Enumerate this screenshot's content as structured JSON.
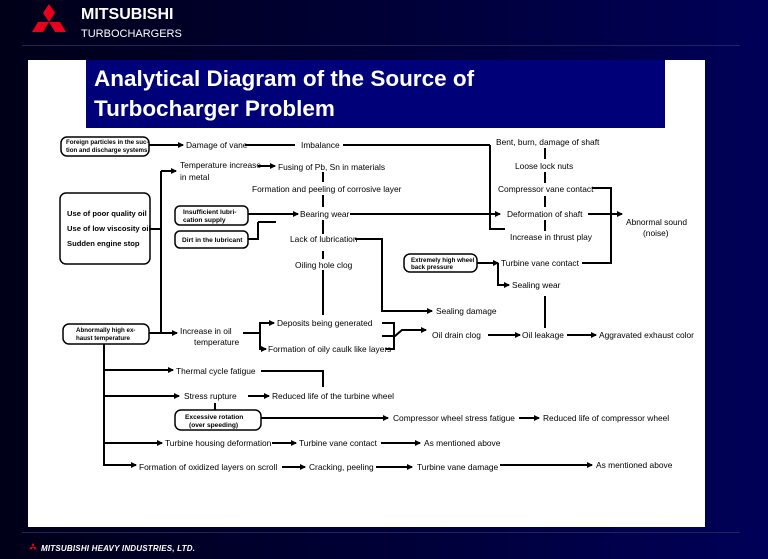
{
  "header": {
    "brand": "MITSUBISHI",
    "sub": "TURBOCHARGERS"
  },
  "title": {
    "line1": "Analytical Diagram of the Source of",
    "line2": "Turbocharger Problem"
  },
  "footer": {
    "text": "MITSUBISHI HEAVY INDUSTRIES, LTD."
  },
  "diagram": {
    "foreign_1": "Foreign particles in the suc-",
    "foreign_2": "tion and discharge systems",
    "poor_oil_1": "Use of poor quality oil",
    "poor_oil_2": "Use of low viscosity oil",
    "poor_oil_3": "Sudden engine stop",
    "insuff_1": "Insufficient lubri-",
    "insuff_2": "cation supply",
    "dirt": "Dirt in the lubricant",
    "exhaust_1": "Abnormally high ex-",
    "exhaust_2": "haust temperature",
    "back_1": "Extremely high wheel",
    "back_2": "back pressure",
    "excess_1": "Excessive rotation",
    "excess_2": "(over speeding)",
    "damage_vane": "Damage of vane",
    "imbalance": "Imbalance",
    "temp_inc_1": "Temperature increase",
    "temp_inc_2": "in metal",
    "fusing": "Fusing of Pb, Sn in materials",
    "corrosive": "Formation and peeling of corrosive layer",
    "bearing": "Bearing wear",
    "lack_lub": "Lack of lubrication",
    "oil_hole": "Oiling hole clog",
    "bent": "Bent, burn, damage of shaft",
    "loose": "Loose lock nuts",
    "comp_contact": "Compressor vane contact",
    "deform": "Deformation of shaft",
    "thrust": "Increase in thrust play",
    "turb_contact_r": "Turbine vane contact",
    "seal_wear": "Sealing wear",
    "abn_1": "Abnormal sound",
    "abn_2": "(noise)",
    "seal_dmg": "Sealing damage",
    "inc_oil_1": "Increase in oil",
    "inc_oil_2": "temperature",
    "deposits": "Deposits being generated",
    "oily": "Formation of oily caulk like layers",
    "drain": "Oil drain clog",
    "leakage": "Oil leakage",
    "aggr": "Aggravated exhaust color",
    "thermal": "Thermal cycle fatigue",
    "stress": "Stress rupture",
    "reduced_turb": "Reduced life of the turbine wheel",
    "comp_stress": "Compressor wheel stress fatigue",
    "reduced_comp": "Reduced life of compressor wheel",
    "housing": "Turbine housing deformation",
    "turb_contact_b": "Turbine vane contact",
    "mentioned1": "As mentioned above",
    "oxid": "Formation of oxidized layers on scroll",
    "cracking": "Cracking, peeling",
    "turb_dmg": "Turbine vane damage",
    "mentioned2": "As mentioned above"
  },
  "colors": {
    "title_bg": "#000078",
    "logo": "#e8001c"
  }
}
